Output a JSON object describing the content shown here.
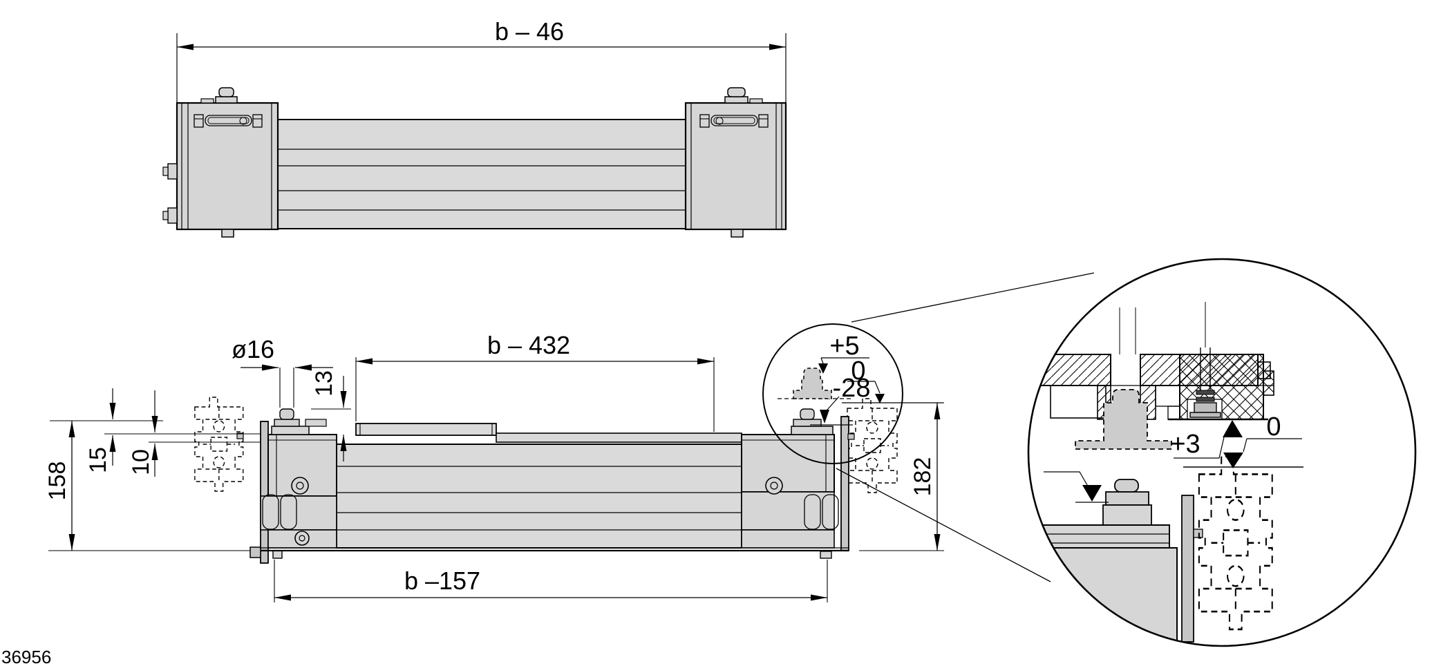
{
  "figure_number": "36956",
  "colors": {
    "line": "#000000",
    "body_fill": "#d6d6d6",
    "band_fill": "#dadada",
    "plate_fill": "#c6c6c6",
    "bump_fill": "#cccccc",
    "background": "#ffffff"
  },
  "labels": {
    "top_view": {
      "length": "b – 46"
    },
    "side_view": {
      "plug_dia": "ø16",
      "plate_offset": "13",
      "travel": "b – 432",
      "offset_upper": "15",
      "offset_lower": "10",
      "height": "158",
      "mount_height": "182",
      "base_length": "b –157"
    },
    "detail_small": {
      "upper_limit": "+5",
      "datum": "0",
      "lower_limit": "-28"
    },
    "detail_large": {
      "offset": "+3",
      "datum": "0"
    }
  }
}
